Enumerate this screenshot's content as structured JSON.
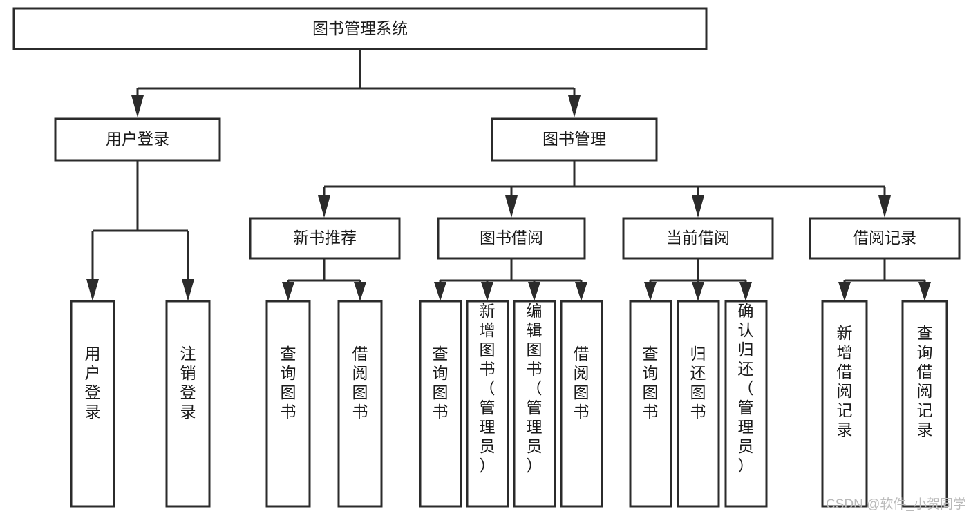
{
  "diagram": {
    "title": "图书管理系统",
    "type": "tree",
    "orientation": "top-down",
    "colors": {
      "box_fill": "#ffffff",
      "box_stroke": "#2b2b2b",
      "text": "#1a1a1a",
      "watermark": "#b9b9b9",
      "background": "#ffffff"
    },
    "root": {
      "id": "root",
      "label": "图书管理系统",
      "orientation": "horizontal"
    },
    "level2": [
      {
        "id": "user-login",
        "label": "用户登录",
        "orientation": "horizontal"
      },
      {
        "id": "book-management",
        "label": "图书管理",
        "orientation": "horizontal"
      }
    ],
    "level3": [
      {
        "id": "new-book-recommend",
        "label": "新书推荐",
        "parent": "book-management",
        "orientation": "horizontal"
      },
      {
        "id": "book-borrow",
        "label": "图书借阅",
        "parent": "book-management",
        "orientation": "horizontal"
      },
      {
        "id": "current-borrow",
        "label": "当前借阅",
        "parent": "book-management",
        "orientation": "horizontal"
      },
      {
        "id": "borrow-record",
        "label": "借阅记录",
        "parent": "book-management",
        "orientation": "horizontal"
      }
    ],
    "leaves": [
      {
        "id": "leaf-user-login",
        "label": "用户登录",
        "parent": "user-login",
        "orientation": "vertical"
      },
      {
        "id": "leaf-user-logout",
        "label": "注销登录",
        "parent": "user-login",
        "orientation": "vertical"
      },
      {
        "id": "leaf-query-book-rec",
        "label": "查询图书",
        "parent": "new-book-recommend",
        "orientation": "vertical"
      },
      {
        "id": "leaf-borrow-book-rec",
        "label": "借阅图书",
        "parent": "new-book-recommend",
        "orientation": "vertical"
      },
      {
        "id": "leaf-query-book-borrow",
        "label": "查询图书",
        "parent": "book-borrow",
        "orientation": "vertical"
      },
      {
        "id": "leaf-add-book-admin",
        "label": "新增图书（管理员）",
        "parent": "book-borrow",
        "orientation": "vertical"
      },
      {
        "id": "leaf-edit-book-admin",
        "label": "编辑图书（管理员）",
        "parent": "book-borrow",
        "orientation": "vertical"
      },
      {
        "id": "leaf-borrow-book",
        "label": "借阅图书",
        "parent": "book-borrow",
        "orientation": "vertical"
      },
      {
        "id": "leaf-query-book-current",
        "label": "查询图书",
        "parent": "current-borrow",
        "orientation": "vertical"
      },
      {
        "id": "leaf-return-book",
        "label": "归还图书",
        "parent": "current-borrow",
        "orientation": "vertical"
      },
      {
        "id": "leaf-confirm-return-admin",
        "label": "确认归还（管理员）",
        "parent": "current-borrow",
        "orientation": "vertical"
      },
      {
        "id": "leaf-add-borrow-record",
        "label": "新增借阅记录",
        "parent": "borrow-record",
        "orientation": "vertical"
      },
      {
        "id": "leaf-query-borrow-record",
        "label": "查询借阅记录",
        "parent": "borrow-record",
        "orientation": "vertical"
      }
    ]
  },
  "watermark": {
    "text": "CSDN @软件_小贺同学"
  }
}
